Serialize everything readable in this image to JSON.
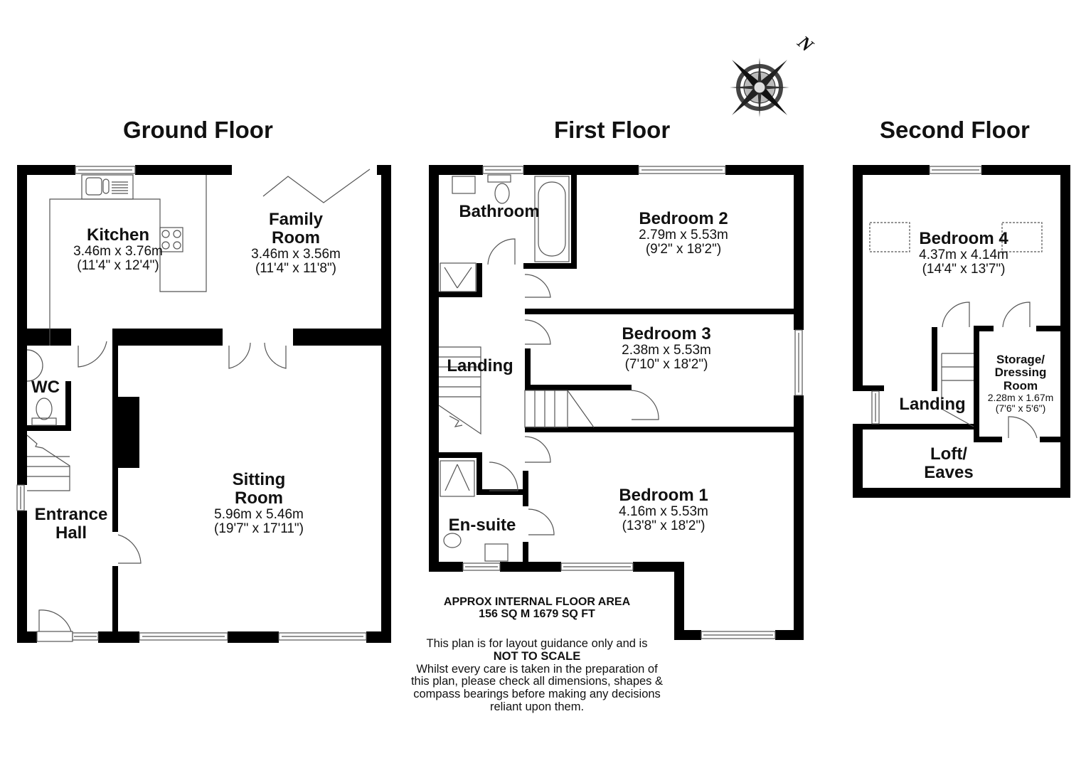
{
  "floors": [
    {
      "title": "Ground Floor",
      "rooms": [
        {
          "name": "Kitchen",
          "metric": "3.46m x 3.76m",
          "imperial": "(11'4\" x 12'4\")"
        },
        {
          "name": "Family Room",
          "name_lines": [
            "Family",
            "Room"
          ],
          "metric": "3.46m x 3.56m",
          "imperial": "(11'4\" x 11'8\")"
        },
        {
          "name": "WC"
        },
        {
          "name": "Entrance Hall",
          "name_lines": [
            "Entrance",
            "Hall"
          ]
        },
        {
          "name": "Sitting Room",
          "name_lines": [
            "Sitting",
            "Room"
          ],
          "metric": "5.96m x 5.46m",
          "imperial": "(19'7\" x 17'11\")"
        }
      ]
    },
    {
      "title": "First Floor",
      "rooms": [
        {
          "name": "Bathroom"
        },
        {
          "name": "Bedroom 2",
          "metric": "2.79m x 5.53m",
          "imperial": "(9'2\" x 18'2\")"
        },
        {
          "name": "Bedroom 3",
          "metric": "2.38m x 5.53m",
          "imperial": "(7'10\" x 18'2\")"
        },
        {
          "name": "Landing"
        },
        {
          "name": "Bedroom 1",
          "metric": "4.16m x 5.53m",
          "imperial": "(13'8\" x 18'2\")"
        },
        {
          "name": "En-suite"
        }
      ]
    },
    {
      "title": "Second Floor",
      "rooms": [
        {
          "name": "Bedroom 4",
          "metric": "4.37m x 4.14m",
          "imperial": "(14'4\" x 13'7\")"
        },
        {
          "name": "Landing"
        },
        {
          "name": "Storage/ Dressing Room",
          "name_lines": [
            "Storage/",
            "Dressing",
            "Room"
          ],
          "metric": "2.28m x 1.67m",
          "imperial": "(7'6\" x 5'6\")"
        },
        {
          "name": "Loft/ Eaves",
          "name_lines": [
            "Loft/",
            "Eaves"
          ]
        }
      ]
    }
  ],
  "floor_area": {
    "line1": "APPROX INTERNAL FLOOR AREA",
    "line2": "156 SQ M 1679 SQ FT"
  },
  "disclaimer": {
    "line1": "This plan is for layout guidance only and is",
    "line2": "NOT TO SCALE",
    "line3": "Whilst every care is taken in the preparation of",
    "line4": "this plan, please check all dimensions, shapes &",
    "line5": "compass bearings before making any decisions",
    "line6": "reliant upon them."
  },
  "compass": {
    "icon": "compass-rose-icon",
    "north_label": "N"
  },
  "colors": {
    "wall": "#000000",
    "fixture_line": "#555555",
    "background": "#ffffff"
  }
}
